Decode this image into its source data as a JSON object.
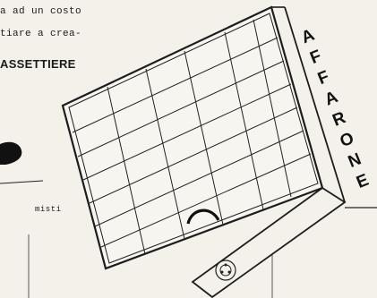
{
  "text": {
    "line1": "a ad un costo",
    "line2": "tiare a crea-",
    "heading": "ASSETTIERE",
    "misti": "misti"
  },
  "stamp": {
    "word": "AFFARONE",
    "letters": [
      "A",
      "F",
      "F",
      "A",
      "R",
      "O",
      "N",
      "E"
    ]
  }
}
